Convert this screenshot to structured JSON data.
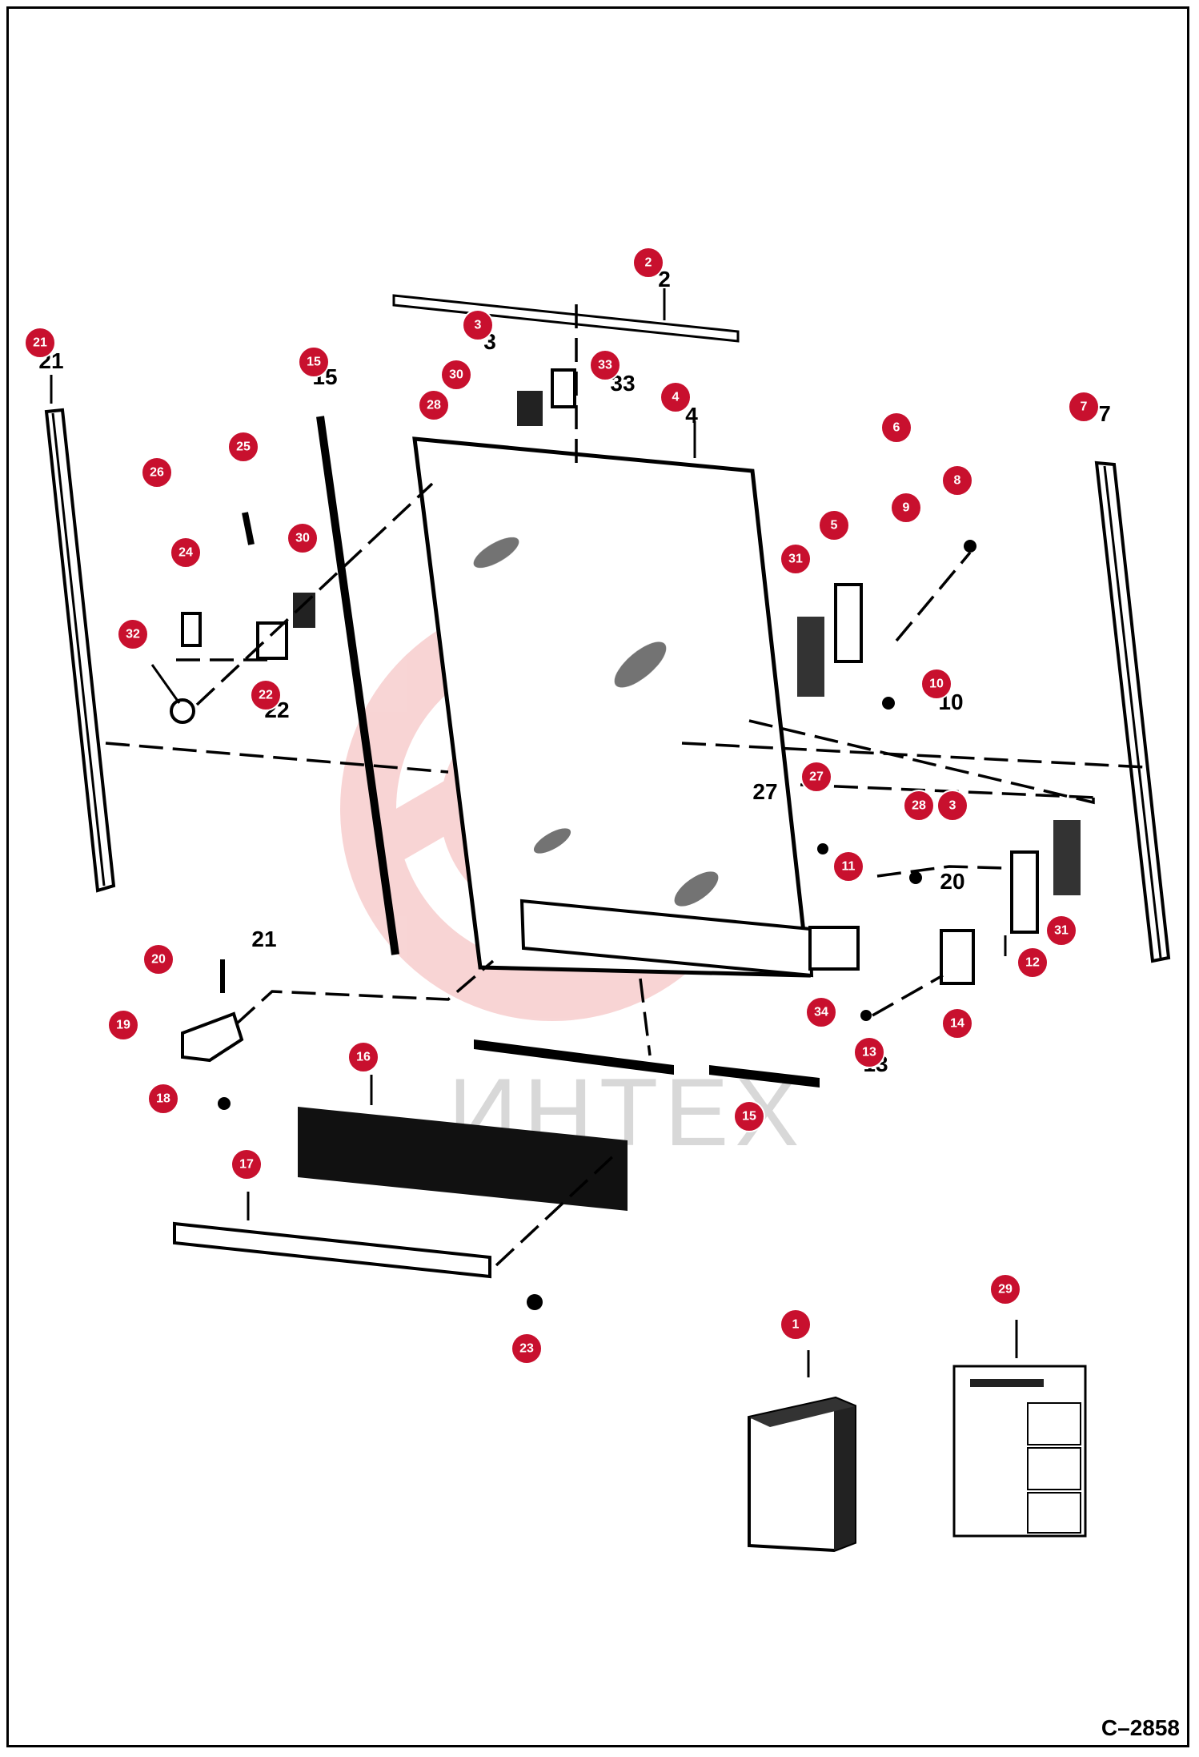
{
  "drawing_code": "C–2858",
  "watermark": "ИНТЕХ",
  "colors": {
    "badge": "#c8102e",
    "watermark": "#f3b2b2",
    "line": "#000000"
  },
  "callouts": [
    {
      "id": "2"
    },
    {
      "id": "3"
    },
    {
      "id": "21"
    },
    {
      "id": "15"
    },
    {
      "id": "30"
    },
    {
      "id": "33"
    },
    {
      "id": "28"
    },
    {
      "id": "4"
    },
    {
      "id": "7"
    },
    {
      "id": "6"
    },
    {
      "id": "26"
    },
    {
      "id": "25"
    },
    {
      "id": "8"
    },
    {
      "id": "9"
    },
    {
      "id": "5"
    },
    {
      "id": "24"
    },
    {
      "id": "30"
    },
    {
      "id": "31"
    },
    {
      "id": "32"
    },
    {
      "id": "22"
    },
    {
      "id": "10"
    },
    {
      "id": "27"
    },
    {
      "id": "28"
    },
    {
      "id": "3"
    },
    {
      "id": "11"
    },
    {
      "id": "31"
    },
    {
      "id": "20"
    },
    {
      "id": "12"
    },
    {
      "id": "34"
    },
    {
      "id": "14"
    },
    {
      "id": "19"
    },
    {
      "id": "13"
    },
    {
      "id": "16"
    },
    {
      "id": "15"
    },
    {
      "id": "18"
    },
    {
      "id": "17"
    },
    {
      "id": "29"
    },
    {
      "id": "1"
    },
    {
      "id": "23"
    }
  ]
}
